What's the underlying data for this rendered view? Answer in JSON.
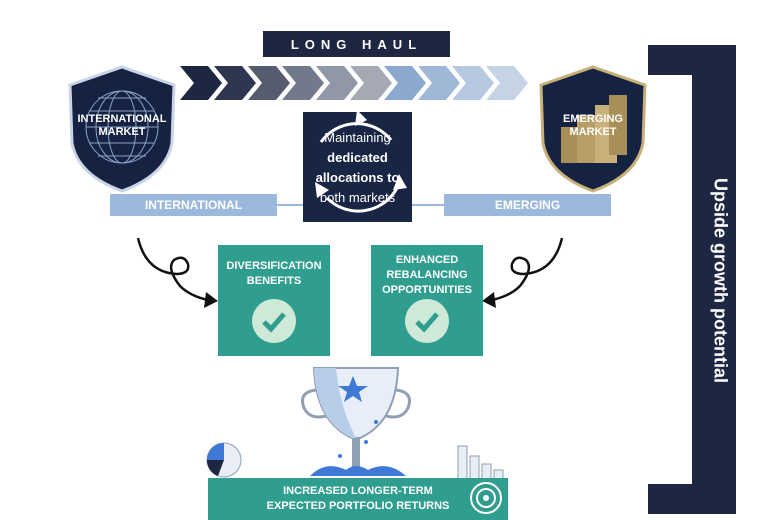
{
  "banner": {
    "title": "LONG HAUL"
  },
  "left_shield": {
    "line1": "INTERNATIONAL",
    "line2": "MARKET"
  },
  "right_shield": {
    "line1": "EMERGING",
    "line2": "MARKET"
  },
  "center": {
    "line1": "Maintaining",
    "line2": "dedicated",
    "line3": "allocations to",
    "line4": "both markets"
  },
  "bars": {
    "left": "INTERNATIONAL",
    "right": "EMERGING"
  },
  "benefits": [
    {
      "line1": "DIVERSIFICATION",
      "line2": "BENEFITS"
    },
    {
      "line1": "ENHANCED",
      "line2": "REBALANCING",
      "line3": "OPPORTUNITIES"
    }
  ],
  "footer": {
    "line1": "INCREASED LONGER-TERM",
    "line2": "EXPECTED PORTFOLIO RETURNS"
  },
  "side": {
    "label": "Upside growth potential"
  },
  "colors": {
    "navy": "#1d2742",
    "teal": "#2f9e8f",
    "light_blue": "#9ab9dc",
    "gold": "#c9b07a"
  },
  "icons": [
    "globe-icon",
    "buildings-icon",
    "chevron-arrows-icon",
    "cycle-arrows-icon",
    "curly-arrow-icon",
    "check-icon",
    "trophy-icon",
    "pie-chart-icon",
    "bar-chart-icon",
    "target-icon"
  ]
}
